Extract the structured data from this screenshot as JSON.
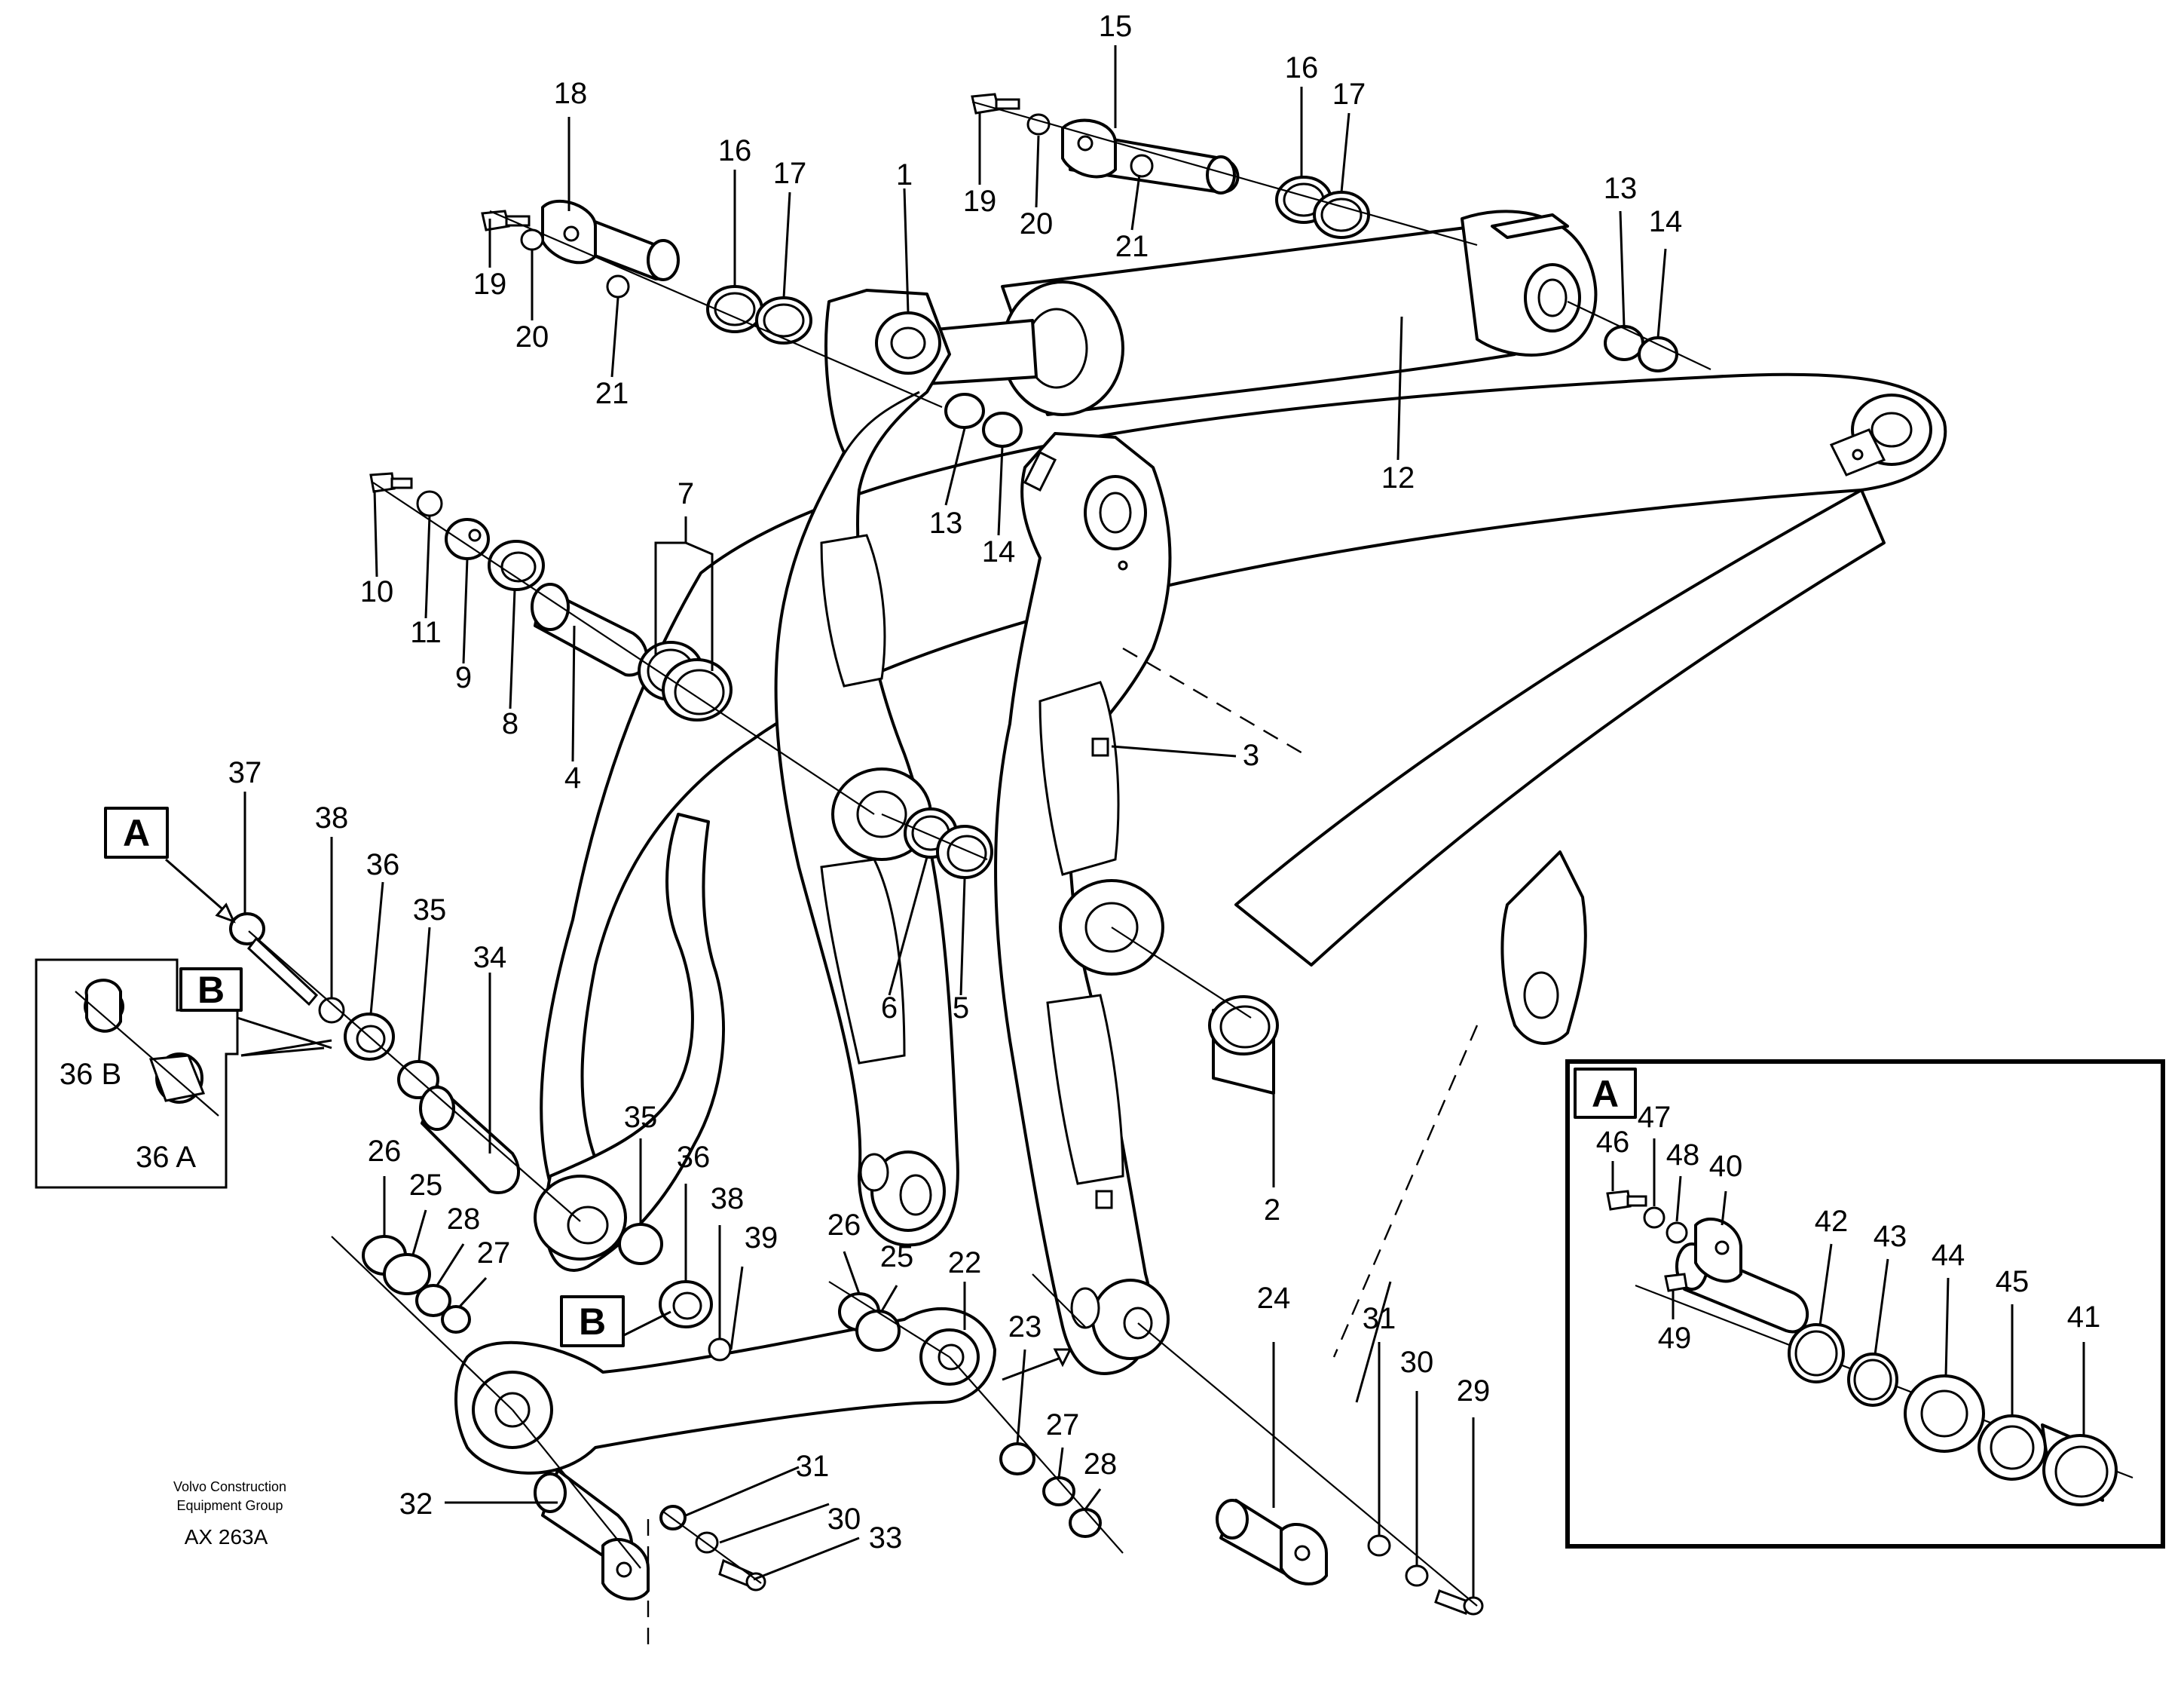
{
  "callouts": {
    "c1": "1",
    "c2": "2",
    "c3": "3",
    "c4": "4",
    "c5": "5",
    "c6": "6",
    "c7": "7",
    "c8": "8",
    "c9": "9",
    "c10": "10",
    "c11": "11",
    "c12": "12",
    "c13a": "13",
    "c13b": "13",
    "c14a": "14",
    "c14b": "14",
    "c15": "15",
    "c16a": "16",
    "c16b": "16",
    "c17a": "17",
    "c17b": "17",
    "c18": "18",
    "c19a": "19",
    "c19b": "19",
    "c20a": "20",
    "c20b": "20",
    "c21a": "21",
    "c21b": "21",
    "c22": "22",
    "c23": "23",
    "c24": "24",
    "c25a": "25",
    "c25b": "25",
    "c26a": "26",
    "c26b": "26",
    "c27a": "27",
    "c27b": "27",
    "c28a": "28",
    "c28b": "28",
    "c29": "29",
    "c30a": "30",
    "c30b": "30",
    "c31a": "31",
    "c31b": "31",
    "c32": "32",
    "c33": "33",
    "c34": "34",
    "c35a": "35",
    "c35b": "35",
    "c36a": "36",
    "c36b": "36",
    "c37": "37",
    "c38a": "38",
    "c38b": "38",
    "c39": "39",
    "c40": "40",
    "c41": "41",
    "c42": "42",
    "c43": "43",
    "c44": "44",
    "c45": "45",
    "c46": "46",
    "c47": "47",
    "c48": "48",
    "c49": "49",
    "c36B": "36 B",
    "c36A": "36 A"
  },
  "boxes": {
    "a_main": "A",
    "b_main": "B",
    "b_inset": "B",
    "a_inset": "A"
  },
  "caption": {
    "company_line1": "Volvo Construction",
    "company_line2": "Equipment Group",
    "code": "AX 263A"
  }
}
